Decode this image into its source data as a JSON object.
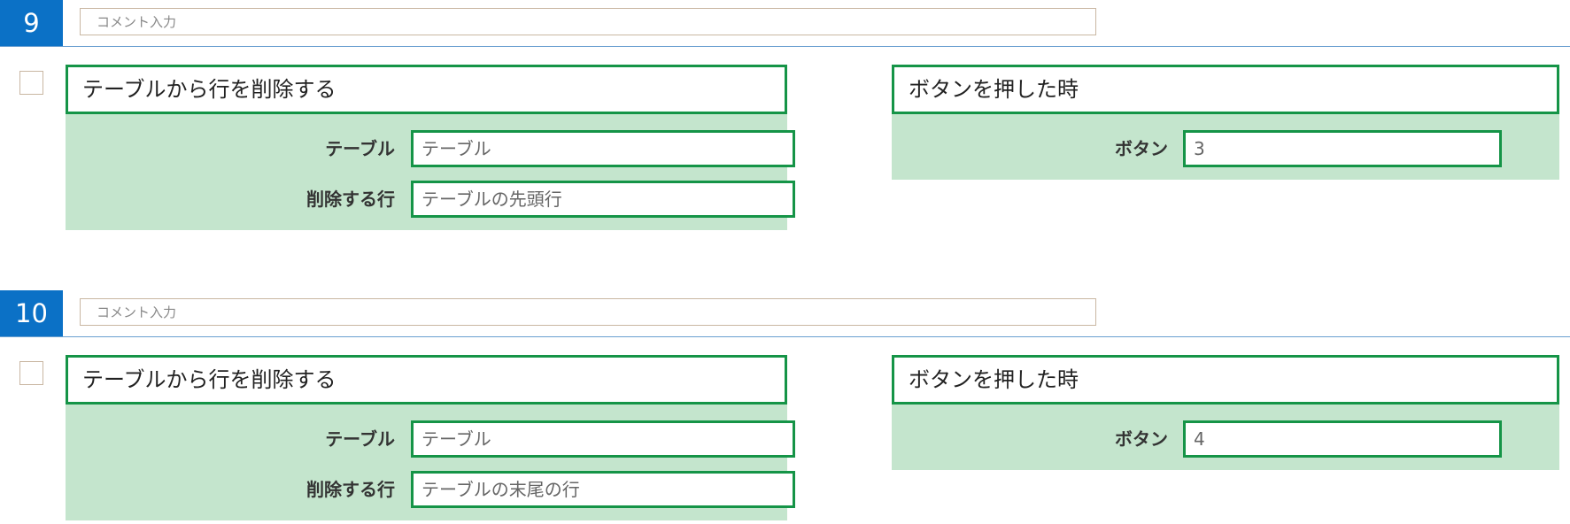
{
  "steps": [
    {
      "number": "9",
      "comment_placeholder": "コメント入力",
      "action": {
        "title": "テーブルから行を削除する",
        "params": [
          {
            "label": "テーブル",
            "value": "テーブル"
          },
          {
            "label": "削除する行",
            "value": "テーブルの先頭行"
          }
        ]
      },
      "trigger": {
        "title": "ボタンを押した時",
        "params": [
          {
            "label": "ボタン",
            "value": "3"
          }
        ]
      }
    },
    {
      "number": "10",
      "comment_placeholder": "コメント入力",
      "action": {
        "title": "テーブルから行を削除する",
        "params": [
          {
            "label": "テーブル",
            "value": "テーブル"
          },
          {
            "label": "削除する行",
            "value": "テーブルの末尾の行"
          }
        ]
      },
      "trigger": {
        "title": "ボタンを押した時",
        "params": [
          {
            "label": "ボタン",
            "value": "4"
          }
        ]
      }
    }
  ],
  "colors": {
    "step_number_bg": "#0b71c6",
    "block_border": "#159447",
    "block_bg": "#c4e5cd",
    "header_line": "#6a9fd0",
    "input_border": "#c9b7a2"
  }
}
